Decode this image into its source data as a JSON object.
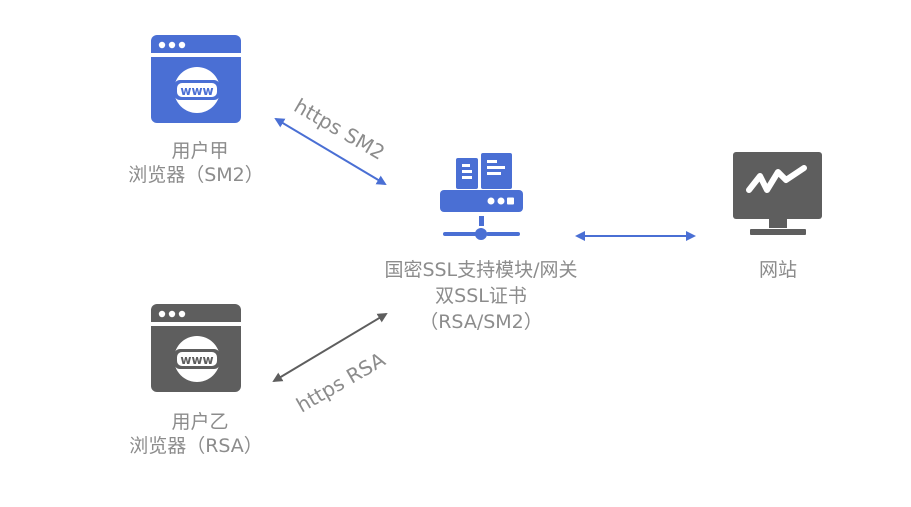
{
  "colors": {
    "blue": "#4a6fd4",
    "gray": "#5e5e5e",
    "text": "#8c8c8c"
  },
  "nodes": {
    "user_a": {
      "icon": "browser-www-icon",
      "color": "blue",
      "line1": "用户甲",
      "line2": "浏览器（SM2）"
    },
    "user_b": {
      "icon": "browser-www-icon",
      "color": "gray",
      "line1": "用户乙",
      "line2": "浏览器（RSA）"
    },
    "gateway": {
      "icon": "server-network-icon",
      "color": "blue",
      "line1": "国密SSL支持模块/网关",
      "line2": "双SSL证书",
      "line3": "（RSA/SM2）"
    },
    "website": {
      "icon": "monitor-chart-icon",
      "color": "gray",
      "line1": "网站"
    }
  },
  "connections": [
    {
      "from": "user_a",
      "to": "gateway",
      "label": "https  SM2",
      "color": "blue"
    },
    {
      "from": "user_b",
      "to": "gateway",
      "label": "https  RSA",
      "color": "gray"
    },
    {
      "from": "gateway",
      "to": "website",
      "label": "",
      "color": "blue"
    }
  ]
}
